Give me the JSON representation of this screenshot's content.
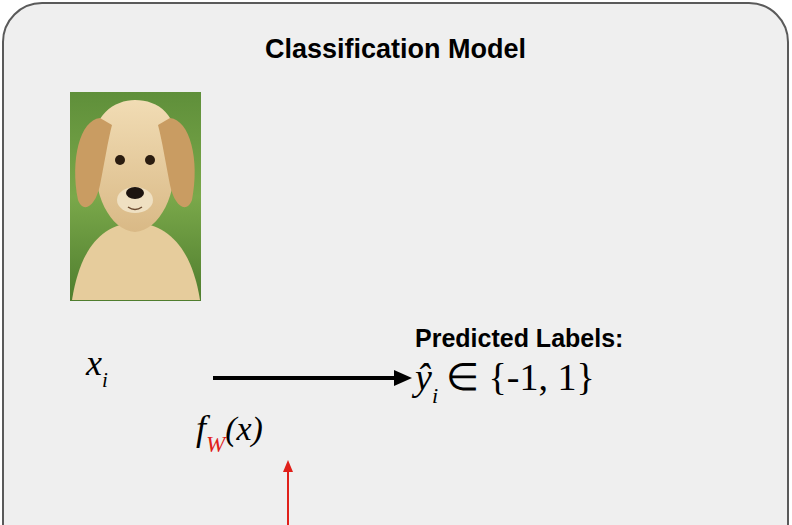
{
  "diagram": {
    "nodes": [
      {
        "text": [
          "Classification Model"
        ]
      }
    ],
    "labels": [
      "x",
      "i",
      "f",
      "W",
      "(x)",
      "Predicted Labels:",
      "ŷ",
      "i",
      "∈ {-1, 1}"
    ]
  }
}
